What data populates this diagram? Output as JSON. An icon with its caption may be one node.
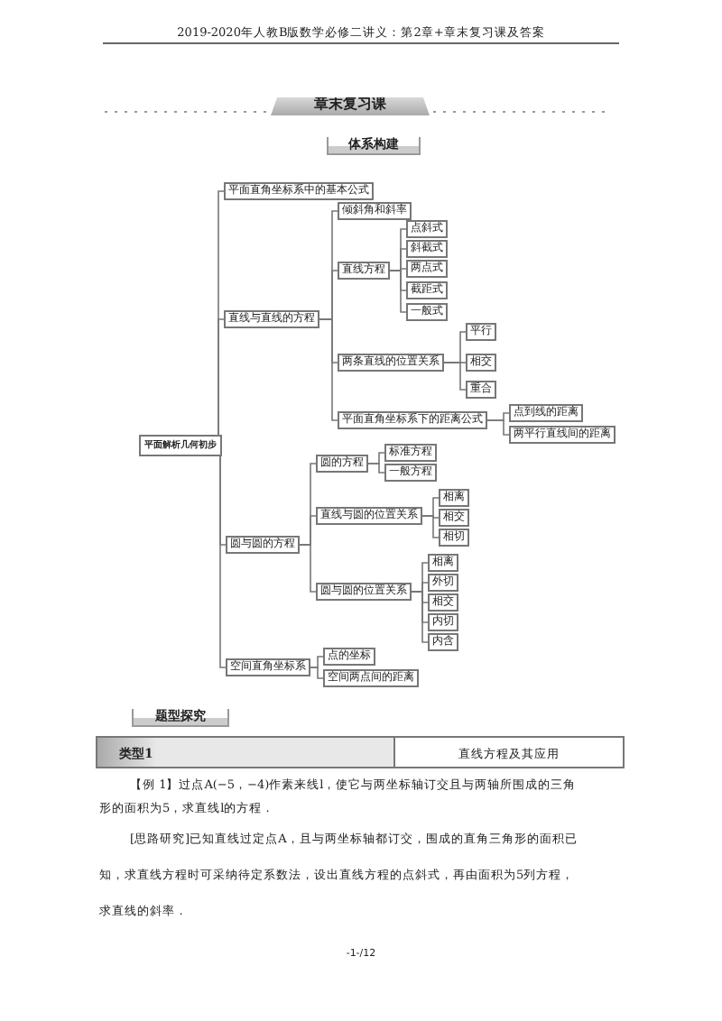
{
  "diagram": {
    "nodes": [
      {
        "text": [
          "平面解析几何初步"
        ]
      },
      {
        "text": [
          "平面直角坐标系中的基本公式"
        ]
      },
      {
        "text": [
          "直线与直线的方程"
        ]
      },
      {
        "text": [
          "倾斜角和斜率"
        ]
      },
      {
        "text": [
          "直线方程"
        ]
      },
      {
        "text": [
          "点斜式"
        ]
      },
      {
        "text": [
          "斜截式"
        ]
      },
      {
        "text": [
          "两点式"
        ]
      },
      {
        "text": [
          "截距式"
        ]
      },
      {
        "text": [
          "一般式"
        ]
      },
      {
        "text": [
          "两条直线的位置关系"
        ]
      },
      {
        "text": [
          "平行"
        ]
      },
      {
        "text": [
          "相交"
        ]
      },
      {
        "text": [
          "重合"
        ]
      },
      {
        "text": [
          "平面直角坐标系下的距离公式"
        ]
      },
      {
        "text": [
          "点到线的距离"
        ]
      },
      {
        "text": [
          "两平行直线间的距离"
        ]
      },
      {
        "text": [
          "圆与圆的方程"
        ]
      },
      {
        "text": [
          "圆的方程"
        ]
      },
      {
        "text": [
          "标准方程"
        ]
      },
      {
        "text": [
          "一般方程"
        ]
      },
      {
        "text": [
          "直线与圆的位置关系"
        ]
      },
      {
        "text": [
          "相离"
        ]
      },
      {
        "text": [
          "相交"
        ]
      },
      {
        "text": [
          "相切"
        ]
      },
      {
        "text": [
          "圆与圆的位置关系"
        ]
      },
      {
        "text": [
          "相离"
        ]
      },
      {
        "text": [
          "外切"
        ]
      },
      {
        "text": [
          "相交"
        ]
      },
      {
        "text": [
          "内切"
        ]
      },
      {
        "text": [
          "内含"
        ]
      },
      {
        "text": [
          "空间直角坐标系"
        ]
      },
      {
        "text": [
          "点的坐标"
        ]
      },
      {
        "text": [
          "空间两点间的距离"
        ]
      }
    ],
    "edges": [
      {
        "from": 0,
        "to": 1,
        "arrow": "none"
      },
      {
        "from": 0,
        "to": 2,
        "arrow": "none"
      },
      {
        "from": 2,
        "to": 3,
        "arrow": "none"
      },
      {
        "from": 2,
        "to": 4,
        "arrow": "none"
      },
      {
        "from": 4,
        "to": 5,
        "arrow": "none"
      },
      {
        "from": 4,
        "to": 6,
        "arrow": "none"
      },
      {
        "from": 4,
        "to": 7,
        "arrow": "none"
      },
      {
        "from": 4,
        "to": 8,
        "arrow": "none"
      },
      {
        "from": 4,
        "to": 9,
        "arrow": "none"
      },
      {
        "from": 2,
        "to": 10,
        "arrow": "none"
      },
      {
        "from": 10,
        "to": 11,
        "arrow": "none"
      },
      {
        "from": 10,
        "to": 12,
        "arrow": "none"
      },
      {
        "from": 10,
        "to": 13,
        "arrow": "none"
      },
      {
        "from": 2,
        "to": 14,
        "arrow": "none"
      },
      {
        "from": 14,
        "to": 15,
        "arrow": "none"
      },
      {
        "from": 14,
        "to": 16,
        "arrow": "none"
      },
      {
        "from": 0,
        "to": 17,
        "arrow": "none"
      },
      {
        "from": 17,
        "to": 18,
        "arrow": "none"
      },
      {
        "from": 18,
        "to": 19,
        "arrow": "none"
      },
      {
        "from": 18,
        "to": 20,
        "arrow": "none"
      },
      {
        "from": 17,
        "to": 21,
        "arrow": "none"
      },
      {
        "from": 21,
        "to": 22,
        "arrow": "none"
      },
      {
        "from": 21,
        "to": 23,
        "arrow": "none"
      },
      {
        "from": 21,
        "to": 24,
        "arrow": "none"
      },
      {
        "from": 17,
        "to": 25,
        "arrow": "none"
      },
      {
        "from": 25,
        "to": 26,
        "arrow": "none"
      },
      {
        "from": 25,
        "to": 27,
        "arrow": "none"
      },
      {
        "from": 25,
        "to": 28,
        "arrow": "none"
      },
      {
        "from": 25,
        "to": 29,
        "arrow": "none"
      },
      {
        "from": 25,
        "to": 30,
        "arrow": "none"
      },
      {
        "from": 0,
        "to": 31,
        "arrow": "none"
      },
      {
        "from": 31,
        "to": 32,
        "arrow": "none"
      },
      {
        "from": 31,
        "to": 33,
        "arrow": "none"
      }
    ],
    "labels": [
      "2019-2020年人教B版数学必修二讲义：第2章+章末复习课及答案",
      "章末复习课",
      "体系构建",
      "题型探究",
      "类型1",
      "直线方程及其应用",
      "【例 1】过点A(−5，−4)作素来线l，使它与两坐标轴订交且与两轴所围成的三角形的面积为5，求直线l的方程．",
      "[思路研究]已知直线过定点A，且与两坐标轴都订交，围成的直角三角形的面积已知，求直线方程时可采纳待定系数法，设出直线方程的点斜式，再由面积为5列方程，求直线的斜率．",
      "-1-/12"
    ]
  }
}
